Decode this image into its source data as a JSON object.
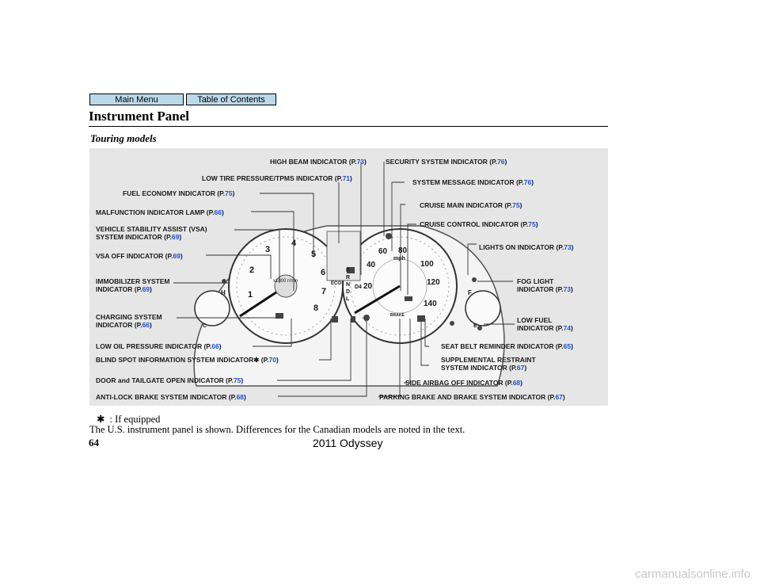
{
  "nav": {
    "main_menu": "Main Menu",
    "toc": "Table of Contents"
  },
  "header": {
    "title": "Instrument Panel",
    "subtitle": "Touring models"
  },
  "figure": {
    "labels": [
      {
        "key": "high_beam",
        "text": "HIGH BEAM INDICATOR (P.",
        "page": "73",
        "tail": ")"
      },
      {
        "key": "security",
        "text": "SECURITY SYSTEM INDICATOR (P.",
        "page": "76",
        "tail": ")"
      },
      {
        "key": "low_tire",
        "text": "LOW TIRE PRESSURE/TPMS INDICATOR (P.",
        "page": "71",
        "tail": ")"
      },
      {
        "key": "system_message",
        "text": "SYSTEM MESSAGE INDICATOR (P.",
        "page": "76",
        "tail": ")"
      },
      {
        "key": "fuel_economy",
        "text": "FUEL ECONOMY INDICATOR (P.",
        "page": "75",
        "tail": ")"
      },
      {
        "key": "cruise_main",
        "text": "CRUISE MAIN INDICATOR (P.",
        "page": "75",
        "tail": ")"
      },
      {
        "key": "malfunction",
        "text": "MALFUNCTION INDICATOR LAMP (P.",
        "page": "66",
        "tail": ")"
      },
      {
        "key": "cruise_control",
        "text": "CRUISE CONTROL INDICATOR (P.",
        "page": "75",
        "tail": ")"
      },
      {
        "key": "vsa",
        "line1": "VEHICLE STABILITY ASSIST (VSA)",
        "text": "SYSTEM INDICATOR (P.",
        "page": "69",
        "tail": ")"
      },
      {
        "key": "lights_on",
        "text": "LIGHTS ON INDICATOR (P.",
        "page": "73",
        "tail": ")"
      },
      {
        "key": "vsa_off",
        "text": "VSA OFF INDICATOR (P.",
        "page": "69",
        "tail": ")"
      },
      {
        "key": "immobilizer",
        "line1": "IMMOBILIZER SYSTEM",
        "text": "INDICATOR (P.",
        "page": "69",
        "tail": ")"
      },
      {
        "key": "fog",
        "line1": "FOG LIGHT",
        "text": "INDICATOR (P.",
        "page": "73",
        "tail": ")"
      },
      {
        "key": "charging",
        "line1": "CHARGING SYSTEM",
        "text": "INDICATOR (P.",
        "page": "66",
        "tail": ")"
      },
      {
        "key": "low_fuel",
        "line1": "LOW FUEL",
        "text": "INDICATOR (P.",
        "page": "74",
        "tail": ")"
      },
      {
        "key": "low_oil",
        "text": "LOW OIL PRESSURE INDICATOR (P.",
        "page": "66",
        "tail": ")"
      },
      {
        "key": "seat_belt",
        "text": "SEAT BELT REMINDER INDICATOR (P.",
        "page": "65",
        "tail": ")"
      },
      {
        "key": "blind_spot",
        "text": "BLIND SPOT INFORMATION SYSTEM INDICATOR✱ (P.",
        "page": "70",
        "tail": ")"
      },
      {
        "key": "srs",
        "line1": "SUPPLEMENTAL RESTRAINT",
        "text": "SYSTEM INDICATOR (P.",
        "page": "67",
        "tail": ")"
      },
      {
        "key": "door",
        "text": "DOOR and TAILGATE OPEN INDICATOR (P.",
        "page": "75",
        "tail": ")"
      },
      {
        "key": "side_airbag",
        "text": "SIDE AIRBAG OFF INDICATOR (P.",
        "page": "68",
        "tail": ")"
      },
      {
        "key": "abs",
        "text": "ANTI-LOCK BRAKE SYSTEM INDICATOR (P.",
        "page": "68",
        "tail": ")"
      },
      {
        "key": "parking_brake",
        "text": "PARKING BRAKE AND BRAKE SYSTEM INDICATOR (P.",
        "page": "67",
        "tail": ")"
      }
    ],
    "tach_numbers": [
      "1",
      "2",
      "3",
      "4",
      "5",
      "6",
      "7",
      "8"
    ],
    "speedo_numbers": [
      "20",
      "40",
      "60",
      "80",
      "100",
      "120",
      "140"
    ],
    "speed_unit": "mph",
    "gear_letters": [
      "P",
      "R",
      "N",
      "D",
      "D4",
      "L"
    ],
    "fuel_marks": [
      "F",
      "E"
    ],
    "temp_marks": [
      "H",
      "C"
    ],
    "eco": "ECO",
    "tach_unit": "x1000 r/min",
    "brake_text": "BRAKE"
  },
  "footnote": {
    "star": "✱",
    "colon": ":",
    "text": "If equipped"
  },
  "body_text": "The U.S. instrument panel is shown. Differences for the Canadian models are noted in the text.",
  "page_number": "64",
  "model_name": "2011 Odyssey",
  "watermark": "carmanualsonline.info"
}
